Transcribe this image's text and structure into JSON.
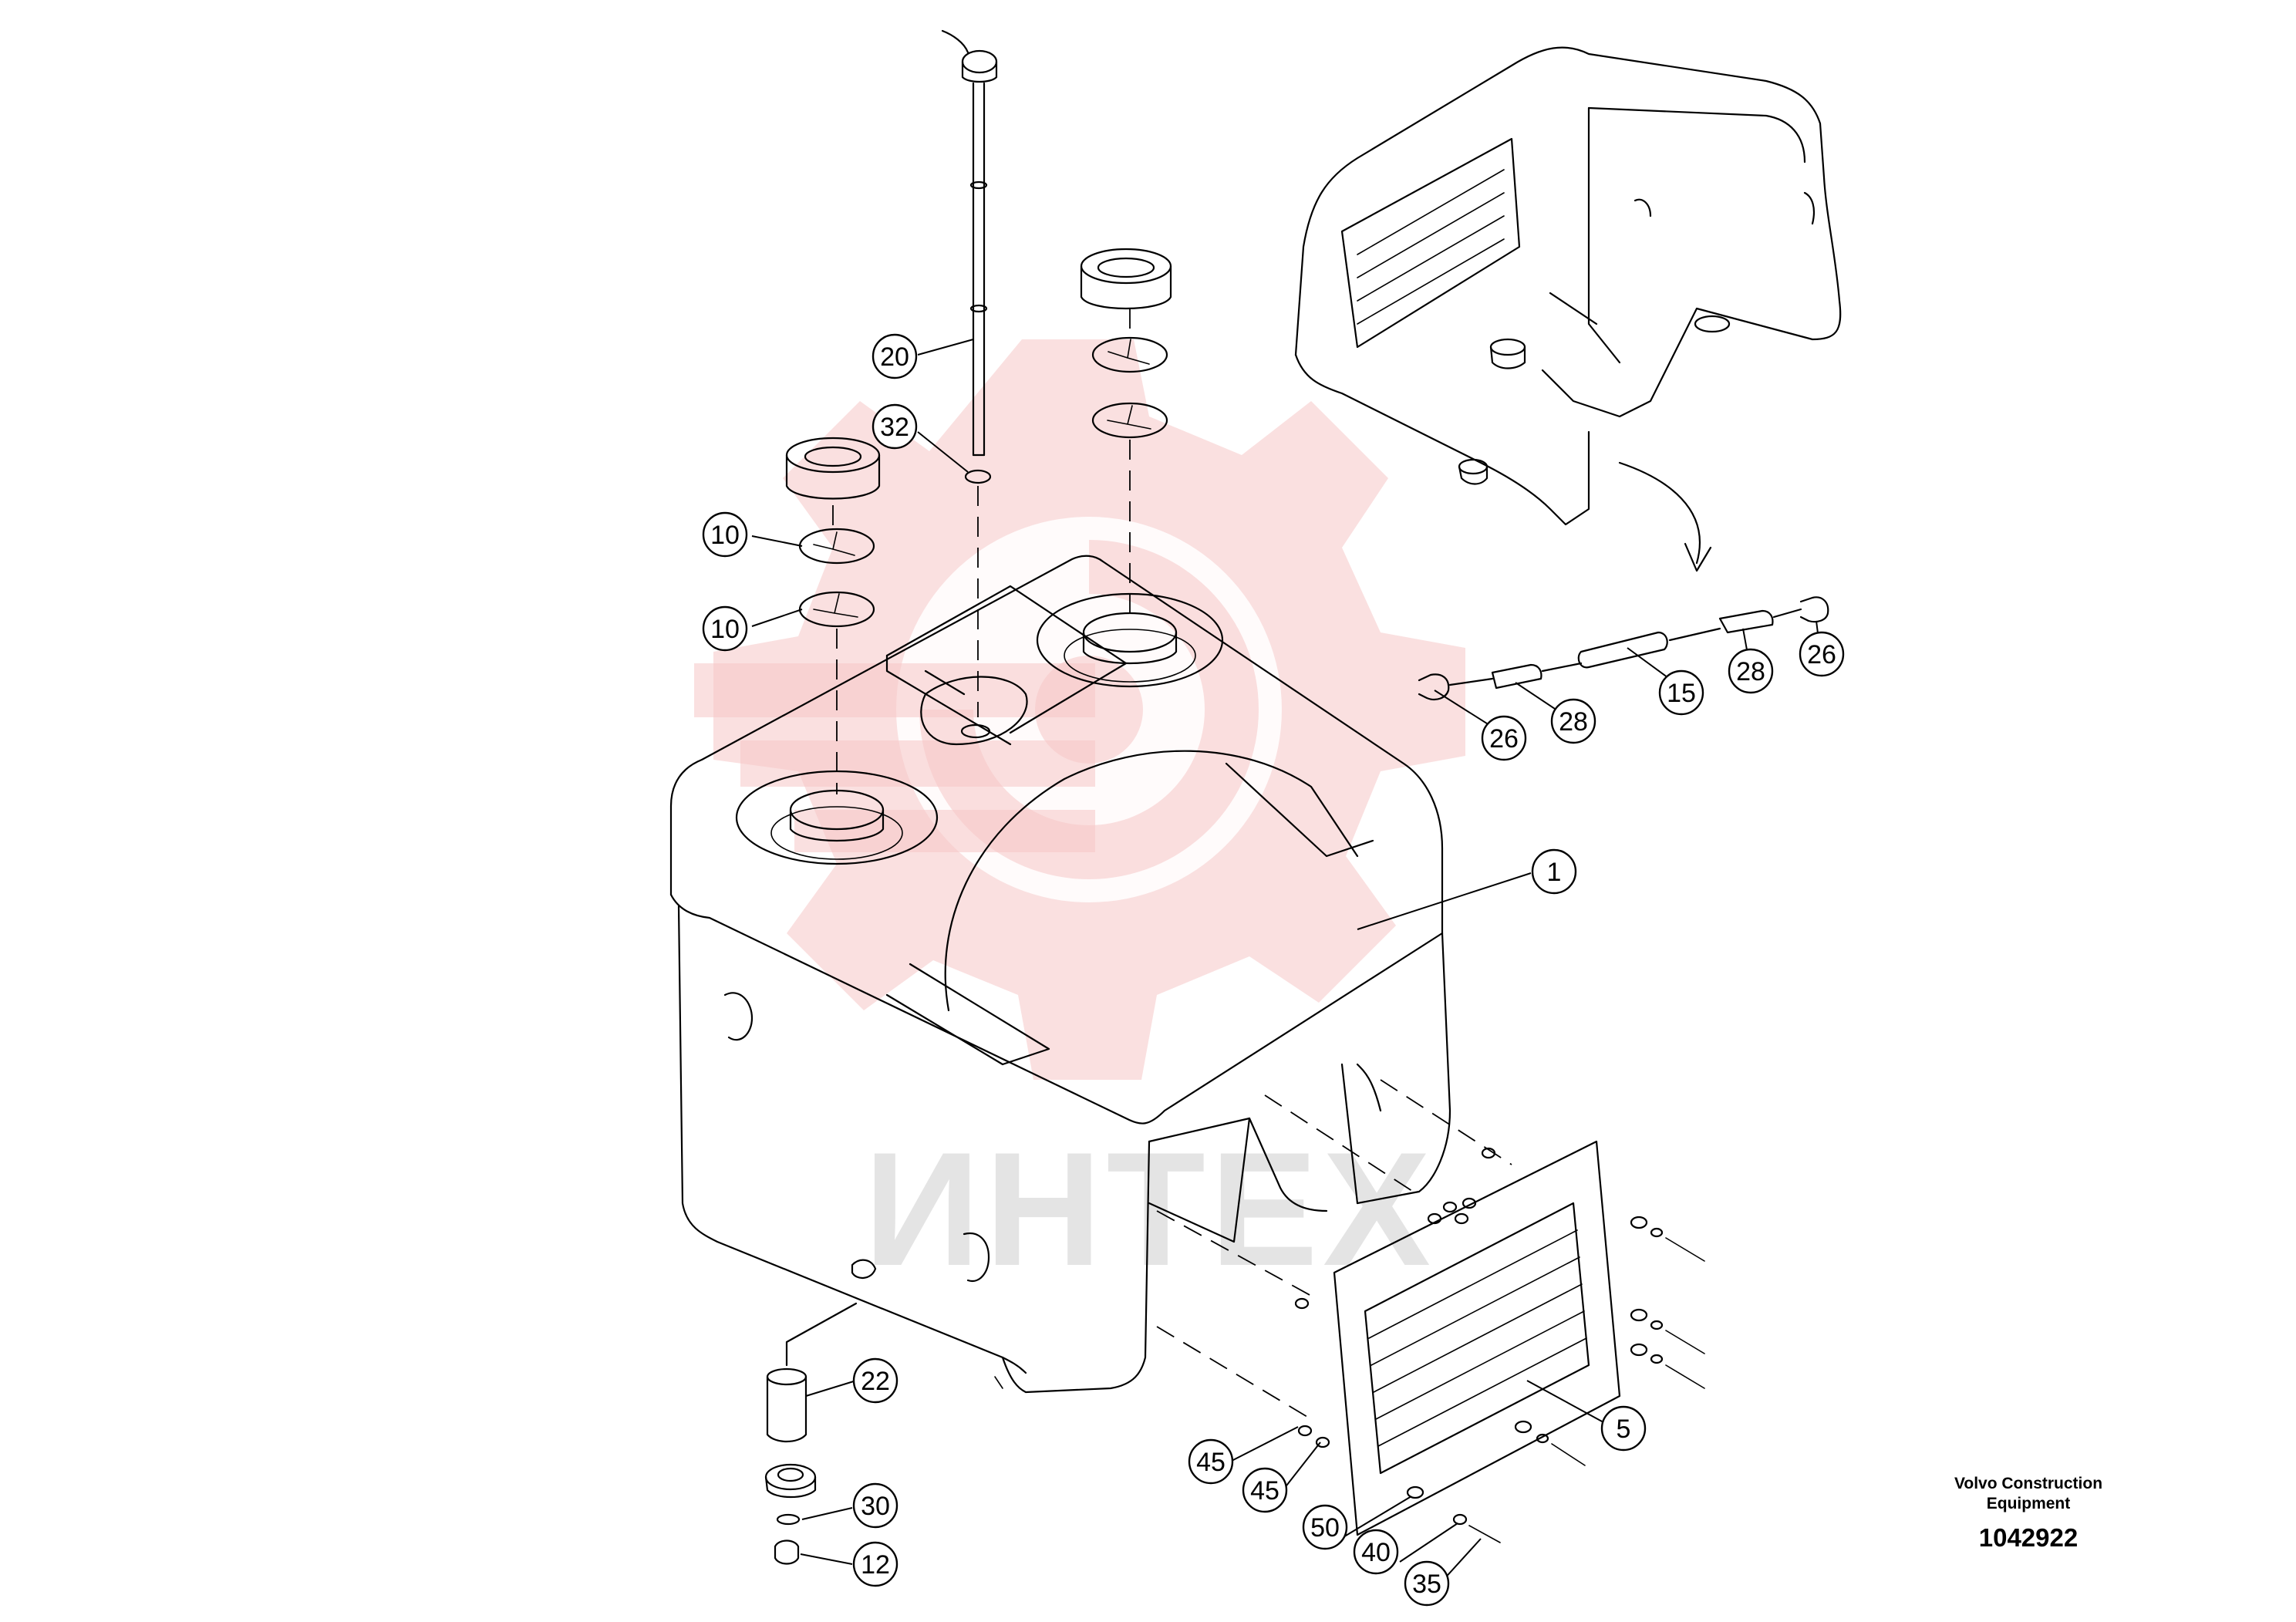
{
  "diagram": {
    "watermark": {
      "text": "ИНТЕХ",
      "color": "#f6c6c6"
    },
    "info_block": {
      "manufacturer_line1": "Volvo Construction",
      "manufacturer_line2": "Equipment",
      "drawing_number": "1042922"
    },
    "callouts": [
      {
        "id": "c20",
        "label": "20"
      },
      {
        "id": "c32",
        "label": "32"
      },
      {
        "id": "c10a",
        "label": "10"
      },
      {
        "id": "c10b",
        "label": "10"
      },
      {
        "id": "c26a",
        "label": "26"
      },
      {
        "id": "c28a",
        "label": "28"
      },
      {
        "id": "c15",
        "label": "15"
      },
      {
        "id": "c28b",
        "label": "28"
      },
      {
        "id": "c26b",
        "label": "26"
      },
      {
        "id": "c1",
        "label": "1"
      },
      {
        "id": "c22",
        "label": "22"
      },
      {
        "id": "c30",
        "label": "30"
      },
      {
        "id": "c12",
        "label": "12"
      },
      {
        "id": "c45a",
        "label": "45"
      },
      {
        "id": "c45b",
        "label": "45"
      },
      {
        "id": "c50",
        "label": "50"
      },
      {
        "id": "c40",
        "label": "40"
      },
      {
        "id": "c35",
        "label": "35"
      },
      {
        "id": "c5",
        "label": "5"
      }
    ]
  }
}
